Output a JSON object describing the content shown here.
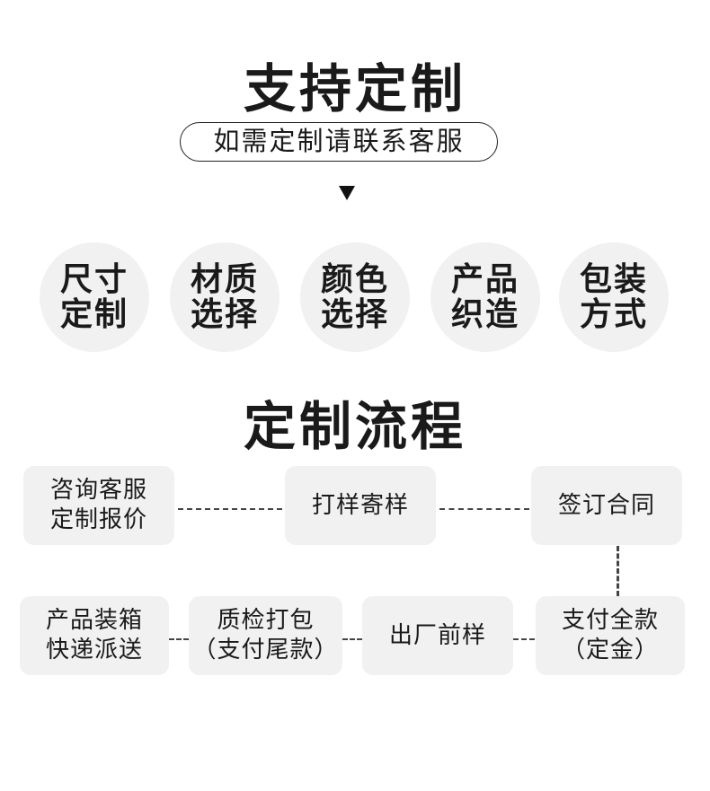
{
  "heading_custom": "支持定制",
  "subtitle": "如需定制请联系客服",
  "options": [
    "尺寸定制",
    "材质选择",
    "颜色选择",
    "产品织造",
    "包装方式"
  ],
  "heading_process": "定制流程",
  "steps": [
    {
      "line1": "咨询客服",
      "line2": "定制报价"
    },
    {
      "line1": "打样寄样",
      "line2": ""
    },
    {
      "line1": "签订合同",
      "line2": ""
    },
    {
      "line1": "支付全款",
      "line2": "（定金）"
    },
    {
      "line1": "出厂前样",
      "line2": ""
    },
    {
      "line1": "质检打包",
      "line2": "（支付尾款）"
    },
    {
      "line1": "产品装箱",
      "line2": "快递派送"
    }
  ]
}
